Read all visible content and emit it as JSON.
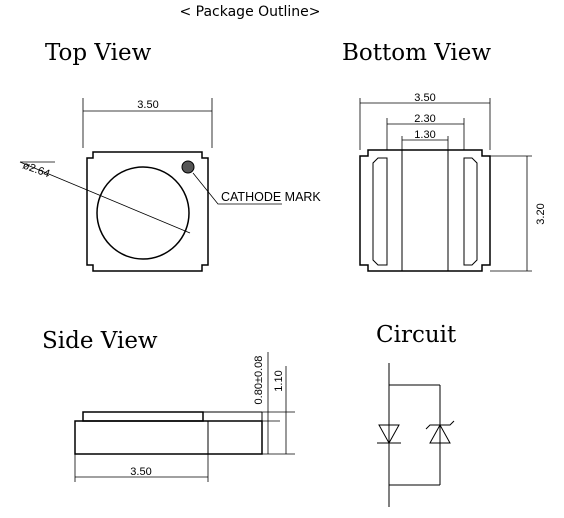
{
  "header": {
    "title": "< Package Outline>"
  },
  "top_view": {
    "title": "Top View",
    "width_dim": "3.50",
    "diameter_dim": "ø2.64",
    "cathode_label": "CATHODE MARK"
  },
  "bottom_view": {
    "title": "Bottom View",
    "width_dim": "3.50",
    "pad_outer_dim": "2.30",
    "pad_inner_dim": "1.30",
    "height_dim": "3.20"
  },
  "side_view": {
    "title": "Side View",
    "width_dim": "3.50",
    "lens_height_dim": "0.80±0.08",
    "total_height_dim": "1.10"
  },
  "circuit": {
    "title": "Circuit"
  }
}
